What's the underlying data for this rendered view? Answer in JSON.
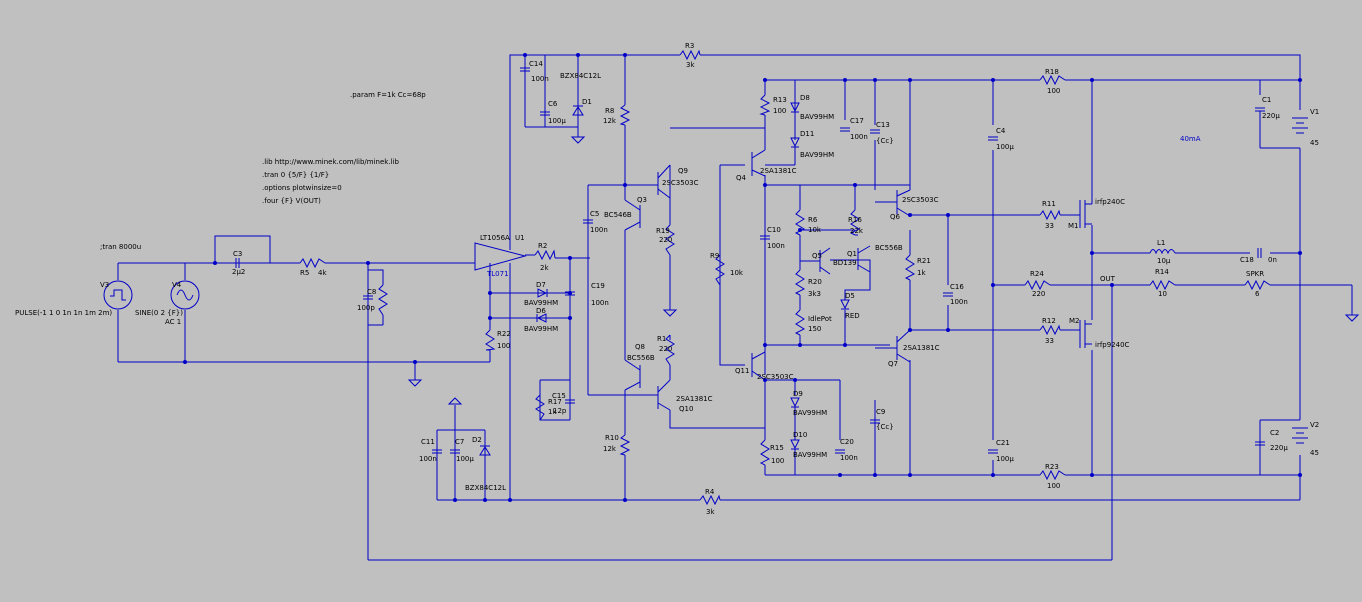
{
  "directives": {
    "param": ".param F=1k Cc=68p",
    "lib": ".lib http://www.minek.com/lib/minek.lib",
    "tran": ".tran 0 {5/F} {1/F}",
    "options": ".options plotwinsize=0",
    "four": ".four {F} V(OUT)",
    "tran_comment": ";tran 8000u",
    "current_note": "40mA"
  },
  "sources": {
    "v3": {
      "name": "V3",
      "value": "PULSE(-1 1 0 1n 1n 1m 2m)"
    },
    "v4": {
      "name": "V4",
      "value": "SINE(0 2 {F})",
      "ac": "AC 1"
    },
    "v1": {
      "name": "V1",
      "value": "45"
    },
    "v2": {
      "name": "V2",
      "value": "45"
    }
  },
  "opamp": {
    "name": "U1",
    "model": "LT1056A",
    "alt": "TL071"
  },
  "resistors": {
    "R1": {
      "name": "R1",
      "value": "220"
    },
    "R2": {
      "name": "R2",
      "value": "2k"
    },
    "R3": {
      "name": "R3",
      "value": "3k"
    },
    "R4": {
      "name": "R4",
      "value": "3k"
    },
    "R5": {
      "name": "R5",
      "value": "4k"
    },
    "R6": {
      "name": "R6",
      "value": "10k"
    },
    "R8": {
      "name": "R8",
      "value": "12k"
    },
    "R9": {
      "name": "R9",
      "value": "10k"
    },
    "R10": {
      "name": "R10",
      "value": "12k"
    },
    "R11": {
      "name": "R11",
      "value": "33"
    },
    "R12": {
      "name": "R12",
      "value": "33"
    },
    "R13": {
      "name": "R13",
      "value": "100"
    },
    "R14": {
      "name": "R14",
      "value": "10"
    },
    "R15": {
      "name": "R15",
      "value": "100"
    },
    "R16": {
      "name": "R16",
      "value": "22k"
    },
    "R17": {
      "name": "R17",
      "value": "1k"
    },
    "R18": {
      "name": "R18",
      "value": "100"
    },
    "R19": {
      "name": "R19",
      "value": "220"
    },
    "R20": {
      "name": "R20",
      "value": "3k3"
    },
    "R21": {
      "name": "R21",
      "value": "1k"
    },
    "R22": {
      "name": "R22",
      "value": "100"
    },
    "R23": {
      "name": "R23",
      "value": "100"
    },
    "R24": {
      "name": "R24",
      "value": "220"
    },
    "IdlePot": {
      "name": "IdlePot",
      "value": "150"
    },
    "SPKR": {
      "name": "SPKR",
      "value": "6"
    }
  },
  "capacitors": {
    "C1": {
      "name": "C1",
      "value": "220µ"
    },
    "C2": {
      "name": "C2",
      "value": "220µ"
    },
    "C3": {
      "name": "C3",
      "value": "2µ2"
    },
    "C4": {
      "name": "C4",
      "value": "100µ"
    },
    "C5": {
      "name": "C5",
      "value": "100n"
    },
    "C6": {
      "name": "C6",
      "value": "100µ"
    },
    "C7": {
      "name": "C7",
      "value": "100µ"
    },
    "C8": {
      "name": "C8",
      "value": "100p"
    },
    "C9": {
      "name": "C9",
      "value": "{Cc}"
    },
    "C10": {
      "name": "C10",
      "value": "100n"
    },
    "C11": {
      "name": "C11",
      "value": "100n"
    },
    "C13": {
      "name": "C13",
      "value": "{Cc}"
    },
    "C14": {
      "name": "C14",
      "value": "100n"
    },
    "C15": {
      "name": "C15",
      "value": "12p"
    },
    "C16": {
      "name": "C16",
      "value": "100n"
    },
    "C17": {
      "name": "C17",
      "value": "100n"
    },
    "C18": {
      "name": "C18",
      "value": "0n"
    },
    "C19": {
      "name": "C19",
      "value": "100n"
    },
    "C20": {
      "name": "C20",
      "value": "100n"
    },
    "C21": {
      "name": "C21",
      "value": "100µ"
    }
  },
  "diodes": {
    "D1": {
      "name": "D1",
      "value": "BZX84C12L"
    },
    "D2": {
      "name": "D2",
      "value": "BZX84C12L"
    },
    "D5": {
      "name": "D5",
      "value": "RED"
    },
    "D6": {
      "name": "D6",
      "value": "BAV99HM"
    },
    "D7": {
      "name": "D7",
      "value": "BAV99HM"
    },
    "D8": {
      "name": "D8",
      "value": "BAV99HM"
    },
    "D9": {
      "name": "D9",
      "value": "BAV99HM"
    },
    "D10": {
      "name": "D10",
      "value": "BAV99HM"
    },
    "D11": {
      "name": "D11",
      "value": "BAV99HM"
    }
  },
  "transistors": {
    "Q1": {
      "name": "Q1",
      "value": "BC556B"
    },
    "Q3": {
      "name": "Q3",
      "value": "BC546B"
    },
    "Q4": {
      "name": "Q4",
      "value": "2SA1381C"
    },
    "Q5": {
      "name": "Q5",
      "value": "BD139"
    },
    "Q6": {
      "name": "Q6",
      "value": "2SC3503C"
    },
    "Q7": {
      "name": "Q7",
      "value": "2SA1381C"
    },
    "Q8": {
      "name": "Q8",
      "value": "BC556B"
    },
    "Q9": {
      "name": "Q9",
      "value": "2SC3503C"
    },
    "Q10": {
      "name": "Q10",
      "value": "2SA1381C"
    },
    "Q11": {
      "name": "Q11",
      "value": "2SC3503C"
    },
    "M1": {
      "name": "M1",
      "value": "irfp240C"
    },
    "M2": {
      "name": "M2",
      "value": "irfp9240C"
    }
  },
  "inductors": {
    "L1": {
      "name": "L1",
      "value": "10µ"
    }
  },
  "nets": {
    "out": "OUT"
  }
}
